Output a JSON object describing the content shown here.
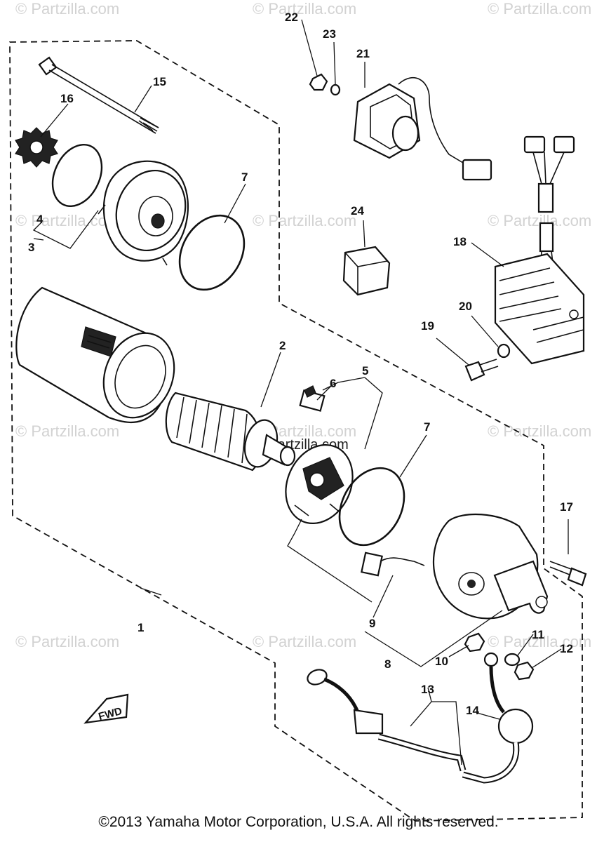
{
  "watermarks": [
    "© Partzilla.com",
    "© Partzilla.com",
    "© Partzilla.com",
    "© Partzilla.com",
    "© Partzilla.com",
    "© Partzilla.com",
    "© Partzilla.com",
    "© Partzilla.com",
    "© Partzilla.com",
    "© Partzilla.com",
    "© Partzilla.com",
    "© Partzilla.com"
  ],
  "center_watermark": "© Partzilla.com",
  "fwd_label": "FWD",
  "callouts": {
    "c1": "1",
    "c2": "2",
    "c3": "3",
    "c4": "4",
    "c5": "5",
    "c6": "6",
    "c7a": "7",
    "c7b": "7",
    "c8": "8",
    "c9": "9",
    "c10": "10",
    "c11": "11",
    "c12": "12",
    "c13": "13",
    "c14": "14",
    "c15": "15",
    "c16": "16",
    "c17": "17",
    "c18": "18",
    "c19": "19",
    "c20": "20",
    "c21": "21",
    "c22": "22",
    "c23": "23",
    "c24": "24"
  },
  "copyright": "©2013  Yamaha Motor Corporation, U.S.A. All rights reserved."
}
